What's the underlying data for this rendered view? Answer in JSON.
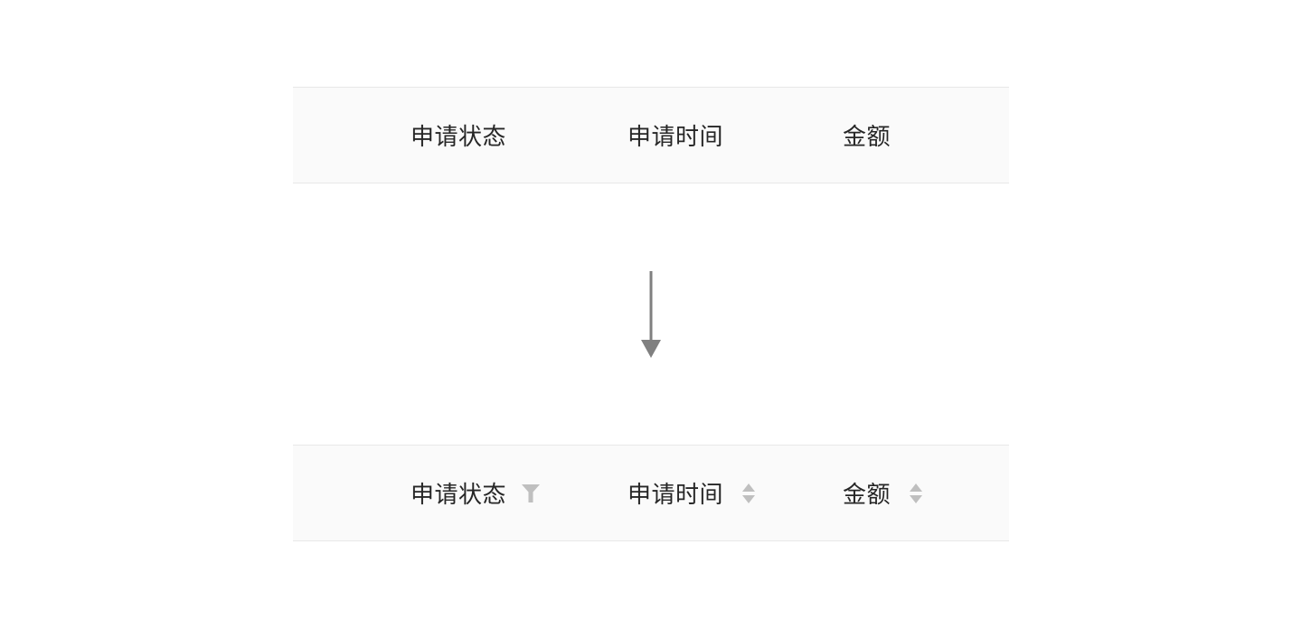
{
  "before": {
    "columns": [
      {
        "label": "申请状态",
        "icon": null
      },
      {
        "label": "申请时间",
        "icon": null
      },
      {
        "label": "金额",
        "icon": null
      }
    ]
  },
  "transition": {
    "icon": "arrow-down-icon",
    "color": "#808080"
  },
  "after": {
    "columns": [
      {
        "label": "申请状态",
        "icon": "filter-icon"
      },
      {
        "label": "申请时间",
        "icon": "sorter-icon"
      },
      {
        "label": "金额",
        "icon": "sorter-icon"
      }
    ]
  },
  "colors": {
    "header_bg": "#fafafa",
    "header_border": "#e8e8e8",
    "text": "#262626",
    "icon": "#bfbfbf"
  }
}
